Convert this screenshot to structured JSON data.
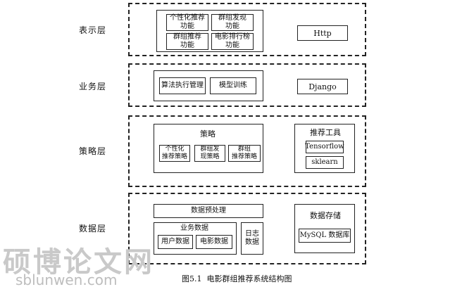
{
  "layers": {
    "presentation": {
      "label": "表示层",
      "features": [
        "个性化推荐\n功能",
        "群组发现\n功能",
        "群组推荐\n功能",
        "电影排行榜\n功能"
      ],
      "tech": "Http"
    },
    "business": {
      "label": "业务层",
      "modules": [
        "算法执行管理",
        "模型训练"
      ],
      "tech": "Django"
    },
    "strategy": {
      "label": "策略层",
      "group_title": "策略",
      "strategies": [
        "个性化\n推荐策略",
        "群组发\n现策略",
        "群组\n推荐策略"
      ],
      "tools_title": "推荐工具",
      "tools": [
        "Tensorflow",
        "sklearn"
      ]
    },
    "data": {
      "label": "数据层",
      "preprocess": "数据预处理",
      "business_data_title": "业务数据",
      "business_data": [
        "用户数据",
        "电影数据"
      ],
      "log_data": "日志\n数据",
      "storage_title": "数据存储",
      "storage_db": "MySQL 数据库"
    }
  },
  "caption": "图5.1  电影群组推荐系统结构图",
  "watermark": {
    "cn": "硕博论文网",
    "en": "sblunwen.com"
  }
}
